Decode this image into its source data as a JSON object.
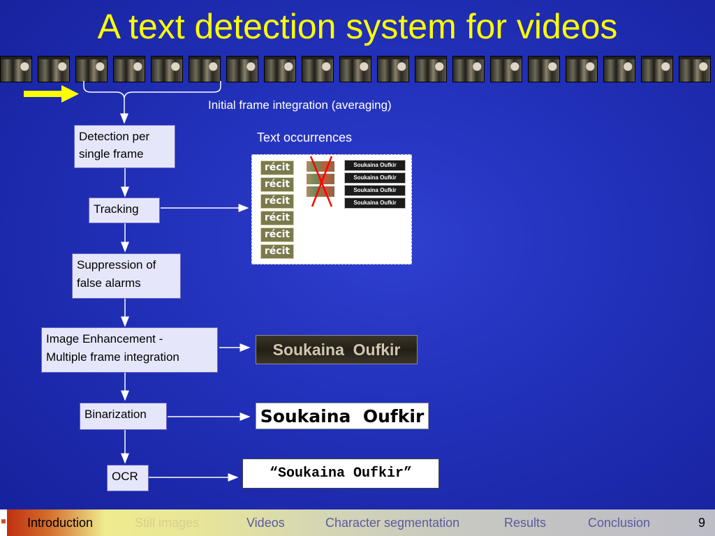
{
  "title": "A text detection system for videos",
  "labels": {
    "frame_integration": "Initial frame integration (averaging)",
    "text_occurrences": "Text occurrences"
  },
  "steps": {
    "detection": [
      "Detection per",
      "single frame"
    ],
    "tracking": "Tracking",
    "suppression": [
      "Suppression of",
      "false alarms"
    ],
    "enhancement": [
      "Image Enhancement  -",
      "Multiple frame integration"
    ],
    "binarization": "Binarization",
    "ocr": "OCR"
  },
  "occurrences": {
    "recit_label": "récit",
    "recit_count": 6,
    "soukaina_bar": "Soukaina Oufkir",
    "soukaina_count": 4
  },
  "outputs": {
    "enhanced_text": "Soukaina  Oufkir",
    "binarized_text": "Soukaina  Oufkir",
    "ocr_text": "“Soukaina Oufkir”"
  },
  "nav": {
    "items": [
      "Introduction",
      "Still images",
      "Videos",
      "Character segmentation",
      "Results",
      "Conclusion"
    ],
    "active": "Introduction",
    "page_number": "9"
  },
  "colors": {
    "title": "#ffff00",
    "background": "#2130b8",
    "box_fill": "#e6e6fb",
    "reject_mark": "#ff0000",
    "arrow_indicator": "#ffff00"
  }
}
